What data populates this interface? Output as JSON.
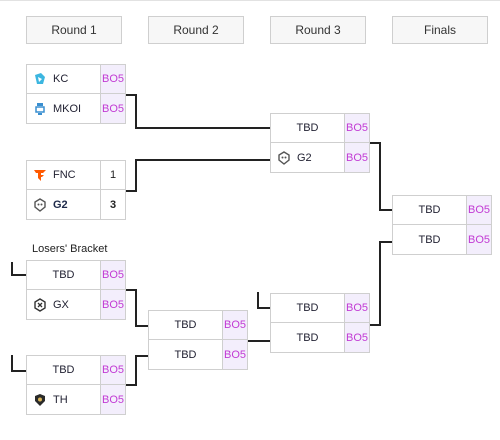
{
  "rounds": [
    "Round 1",
    "Round 2",
    "Round 3",
    "Finals"
  ],
  "losers_bracket_label": "Losers' Bracket",
  "colors": {
    "bo_text": "#c23bd4",
    "bo_bg": "#f3eefc",
    "border": "#cfcfcf",
    "line": "#222222",
    "kc_logo": "#3cb6e0",
    "fnc_logo": "#ff5900",
    "g2_logo": "#555555"
  },
  "matches": {
    "r1_a": {
      "teams": [
        {
          "name": "KC",
          "score": "BO5",
          "icon": "kc-logo-icon"
        },
        {
          "name": "MKOI",
          "score": "BO5",
          "icon": "mkoi-logo-icon"
        }
      ]
    },
    "r1_b": {
      "teams": [
        {
          "name": "FNC",
          "score": "1",
          "icon": "fnc-logo-icon"
        },
        {
          "name": "G2",
          "score": "3",
          "icon": "g2-logo-icon"
        }
      ]
    },
    "r1_c": {
      "teams": [
        {
          "name": "TBD",
          "score": "BO5"
        },
        {
          "name": "GX",
          "score": "BO5",
          "icon": "gx-logo-icon"
        }
      ]
    },
    "r1_d": {
      "teams": [
        {
          "name": "TBD",
          "score": "BO5"
        },
        {
          "name": "TH",
          "score": "BO5",
          "icon": "th-logo-icon"
        }
      ]
    },
    "r2_a": {
      "teams": [
        {
          "name": "TBD",
          "score": "BO5"
        },
        {
          "name": "TBD",
          "score": "BO5"
        }
      ]
    },
    "r3_a": {
      "teams": [
        {
          "name": "TBD",
          "score": "BO5"
        },
        {
          "name": "G2",
          "score": "BO5",
          "icon": "g2-logo-icon"
        }
      ]
    },
    "r3_b": {
      "teams": [
        {
          "name": "TBD",
          "score": "BO5"
        },
        {
          "name": "TBD",
          "score": "BO5"
        }
      ]
    },
    "final": {
      "teams": [
        {
          "name": "TBD",
          "score": "BO5"
        },
        {
          "name": "TBD",
          "score": "BO5"
        }
      ]
    }
  }
}
